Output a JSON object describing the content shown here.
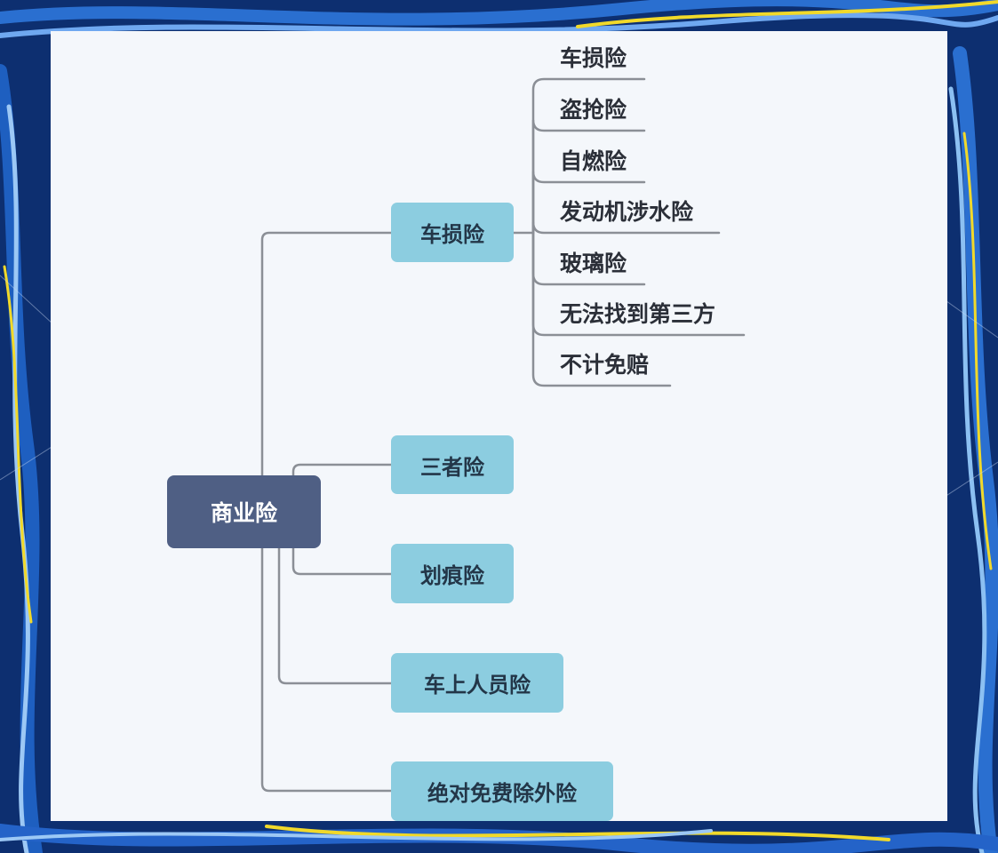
{
  "mindmap": {
    "root": {
      "label": "商业险"
    },
    "branches": [
      {
        "label": "车损险"
      },
      {
        "label": "三者险"
      },
      {
        "label": "划痕险"
      },
      {
        "label": "车上人员险"
      },
      {
        "label": "绝对免费除外险"
      }
    ],
    "sub_branches": [
      {
        "label": "车损险"
      },
      {
        "label": "盗抢险"
      },
      {
        "label": "自燃险"
      },
      {
        "label": "发动机涉水险"
      },
      {
        "label": "玻璃险"
      },
      {
        "label": "无法找到第三方"
      },
      {
        "label": "不计免赔"
      }
    ]
  },
  "colors": {
    "root_fill": "#4f5f84",
    "branch_fill": "#8ccde0",
    "connector": "#8b8f96",
    "panel": "#f4f7fb",
    "background_deep": "#0d2f70",
    "background_accent": "#f1d92a"
  }
}
